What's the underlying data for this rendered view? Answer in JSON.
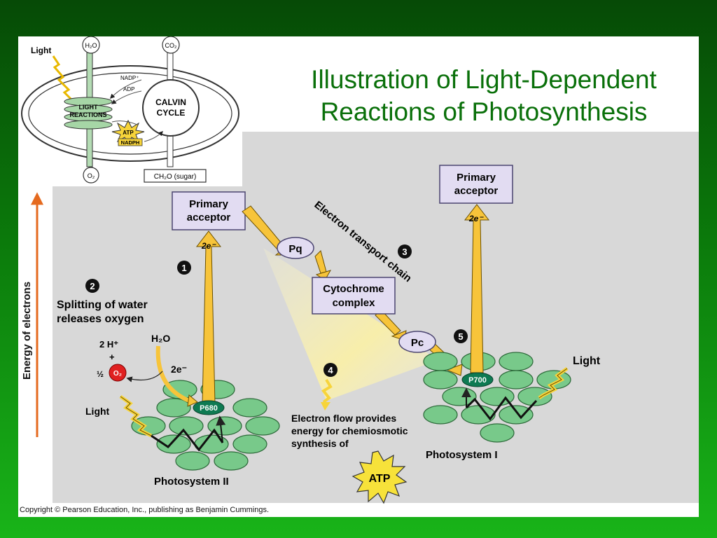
{
  "slide": {
    "title_line1": "Illustration of Light-Dependent",
    "title_line2": "Reactions of Photosynthesis",
    "copyright": "Copyright © Pearson Education, Inc., publishing as Benjamin Cummings."
  },
  "inset": {
    "light": "Light",
    "h2o": "H₂O",
    "co2": "CO₂",
    "nadp_plus": "NADP⁺",
    "adp": "ADP",
    "light_reactions_1": "LIGHT",
    "light_reactions_2": "REACTIONS",
    "calvin_1": "CALVIN",
    "calvin_2": "CYCLE",
    "atp": "ATP",
    "nadph": "NADPH",
    "o2": "O₂",
    "sugar": "CH₂O (sugar)"
  },
  "axis": {
    "energy_label": "Energy of electrons"
  },
  "photosystem2": {
    "primary_acceptor_1": "Primary",
    "primary_acceptor_2": "acceptor",
    "two_e_up": "2e⁻",
    "step1": "1",
    "step2": "2",
    "splitting_1": "Splitting of water",
    "splitting_2": "releases oxygen",
    "h2o": "H₂O",
    "two_h_plus": "2 H⁺",
    "plus": "+",
    "half": "½",
    "o2": "O₂",
    "two_e": "2e⁻",
    "p680": "P680",
    "light": "Light",
    "name": "Photosystem II"
  },
  "etc": {
    "label": "Electron transport chain",
    "step3": "3",
    "pq": "Pq",
    "cyto_1": "Cytochrome",
    "cyto_2": "complex",
    "pc": "Pc",
    "step4": "4",
    "flow_1": "Electron flow provides",
    "flow_2": "energy for chemiosmotic",
    "flow_3": "synthesis of",
    "atp": "ATP"
  },
  "photosystem1": {
    "primary_acceptor_1": "Primary",
    "primary_acceptor_2": "acceptor",
    "two_e": "2e⁻",
    "step5": "5",
    "p700": "P700",
    "light": "Light",
    "name": "Photosystem I"
  },
  "colors": {
    "title_green": "#0a700a",
    "panel_gray": "#d8d8d8",
    "box_lavender": "#e2dcf2",
    "ellipse_green": "#78c98a",
    "reaction_center": "#0e7a52",
    "arrow_yellow": "#f7c43a",
    "orange_axis": "#e56a1f"
  }
}
